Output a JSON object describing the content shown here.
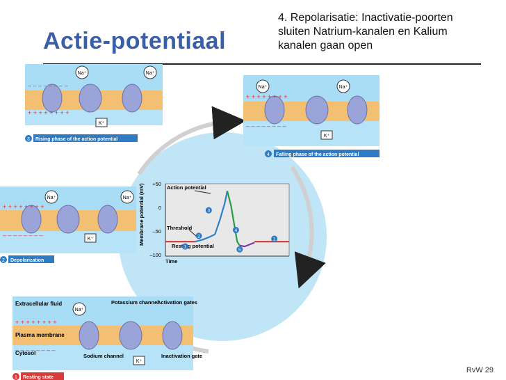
{
  "slide": {
    "title": "Actie-potentiaal",
    "subtitle_lines": [
      "4. Repolarisatie: Inactivatie-poorten",
      "sluiten Natrium-kanalen en Kalium",
      "kanalen gaan open"
    ],
    "footer": "RvW 29"
  },
  "ions": {
    "na": "Na⁺",
    "k": "K⁺"
  },
  "membrane": {
    "plus": "+ + + + + + + +",
    "minus": "– – – – – – – –"
  },
  "stages": {
    "s1": {
      "num": "1",
      "label": "Resting state"
    },
    "s2": {
      "num": "2",
      "label": "Depolarization"
    },
    "s3": {
      "num": "3",
      "label": "Rising phase of the action potential"
    },
    "s4": {
      "num": "4",
      "label": "Falling phase of the action potential"
    }
  },
  "resting_panel_labels": {
    "extracellular": "Extracellular fluid",
    "plasma": "Plasma membrane",
    "cytosol": "Cytosol",
    "potassium": "Potassium channel",
    "activation": "Activation gates",
    "sodium": "Sodium channel",
    "inactivation": "Inactivation gate"
  },
  "chart_data": {
    "type": "line",
    "ylabel": "Membrane potential (mV)",
    "xlabel": "Time",
    "y_ticks": [
      "+50",
      "0",
      "–50",
      "–100"
    ],
    "ylim": [
      -100,
      50
    ],
    "annotations": {
      "action_potential": "Action potential",
      "threshold": "Threshold",
      "resting": "Resting potential"
    },
    "markers": [
      "1",
      "2",
      "3",
      "4",
      "5",
      "1"
    ],
    "phases": [
      {
        "phase": "1",
        "color": "#d03a3a",
        "points": [
          [
            0,
            -70
          ],
          [
            24,
            -70
          ]
        ]
      },
      {
        "phase": "2",
        "color": "#2f7fc8",
        "points": [
          [
            24,
            -70
          ],
          [
            30,
            -66
          ],
          [
            36,
            -60
          ],
          [
            40,
            -55
          ]
        ]
      },
      {
        "phase": "3",
        "color": "#2f7fc8",
        "points": [
          [
            40,
            -55
          ],
          [
            44,
            -25
          ],
          [
            48,
            10
          ],
          [
            50,
            35
          ]
        ]
      },
      {
        "phase": "4",
        "color": "#2a9a4a",
        "points": [
          [
            50,
            35
          ],
          [
            53,
            5
          ],
          [
            56,
            -40
          ],
          [
            58,
            -70
          ],
          [
            60,
            -78
          ]
        ]
      },
      {
        "phase": "5",
        "color": "#7a3fa0",
        "points": [
          [
            60,
            -78
          ],
          [
            64,
            -80
          ],
          [
            68,
            -76
          ],
          [
            72,
            -72
          ]
        ]
      },
      {
        "phase": "1",
        "color": "#d03a3a",
        "points": [
          [
            72,
            -70
          ],
          [
            100,
            -70
          ]
        ]
      }
    ]
  },
  "colors": {
    "title": "#3a5fa8",
    "extracellular": "#a9dcf5",
    "membrane": "#f3c073",
    "cytosol": "#b7e3f8",
    "protein": "#9aa4d8",
    "circle": "#bfe5f6",
    "label_blue": "#2e7bc4",
    "label_red": "#d93a3a"
  }
}
